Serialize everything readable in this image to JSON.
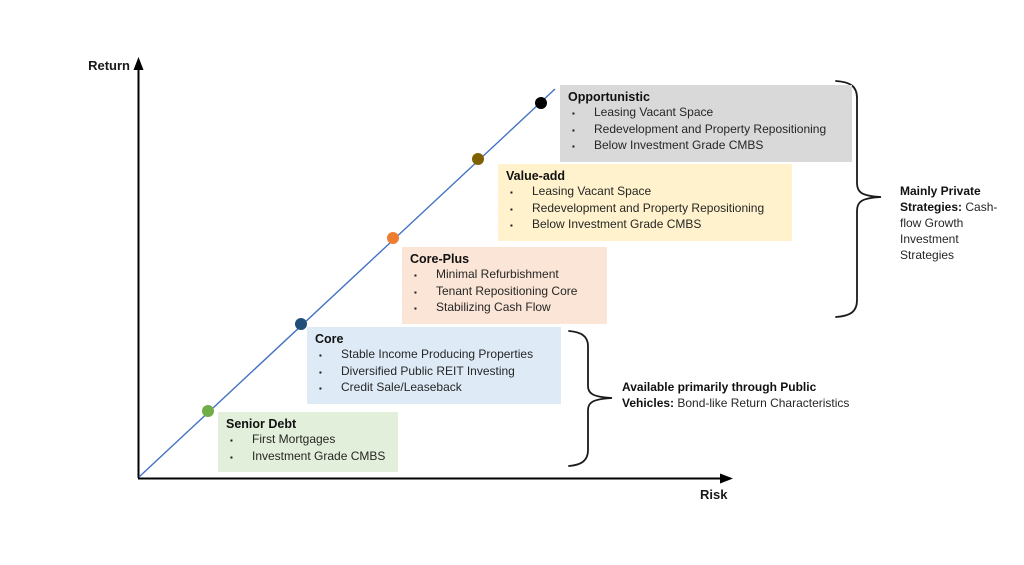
{
  "diagram": {
    "y_axis_label": "Return",
    "x_axis_label": "Risk"
  },
  "glyphs": {
    "bullet": "▪"
  },
  "line_color": "#4472C4",
  "strategies": [
    {
      "id": "senior-debt",
      "title": "Senior Debt",
      "bullets": [
        "First Mortgages",
        "Investment Grade CMBS"
      ],
      "box_color": "#E2EFDA",
      "dot_color": "#70AD47"
    },
    {
      "id": "core",
      "title": "Core",
      "bullets": [
        "Stable Income Producing Properties",
        "Diversified Public REIT Investing",
        "Credit Sale/Leaseback"
      ],
      "box_color": "#DEEBF7",
      "dot_color": "#1F4E79"
    },
    {
      "id": "core-plus",
      "title": "Core-Plus",
      "bullets": [
        "Minimal Refurbishment",
        "Tenant Repositioning Core",
        "Stabilizing Cash Flow"
      ],
      "box_color": "#FBE5D6",
      "dot_color": "#ED7D31"
    },
    {
      "id": "value-add",
      "title": "Value-add",
      "bullets": [
        "Leasing Vacant Space",
        "Redevelopment and Property Repositioning",
        "Below Investment Grade CMBS"
      ],
      "box_color": "#FFF2CC",
      "dot_color": "#7F6000"
    },
    {
      "id": "opportunistic",
      "title": "Opportunistic",
      "bullets": [
        "Leasing Vacant Space",
        "Redevelopment and Property Repositioning",
        "Below Investment Grade CMBS"
      ],
      "box_color": "#D9D9D9",
      "dot_color": "#000000"
    }
  ],
  "annotations": [
    {
      "bold": "Mainly Private Strategies:",
      "text": " Cash-flow Growth Investment Strategies"
    },
    {
      "bold": "Available primarily through Public Vehicles:",
      "text": " Bond-like Return Characteristics"
    }
  ]
}
